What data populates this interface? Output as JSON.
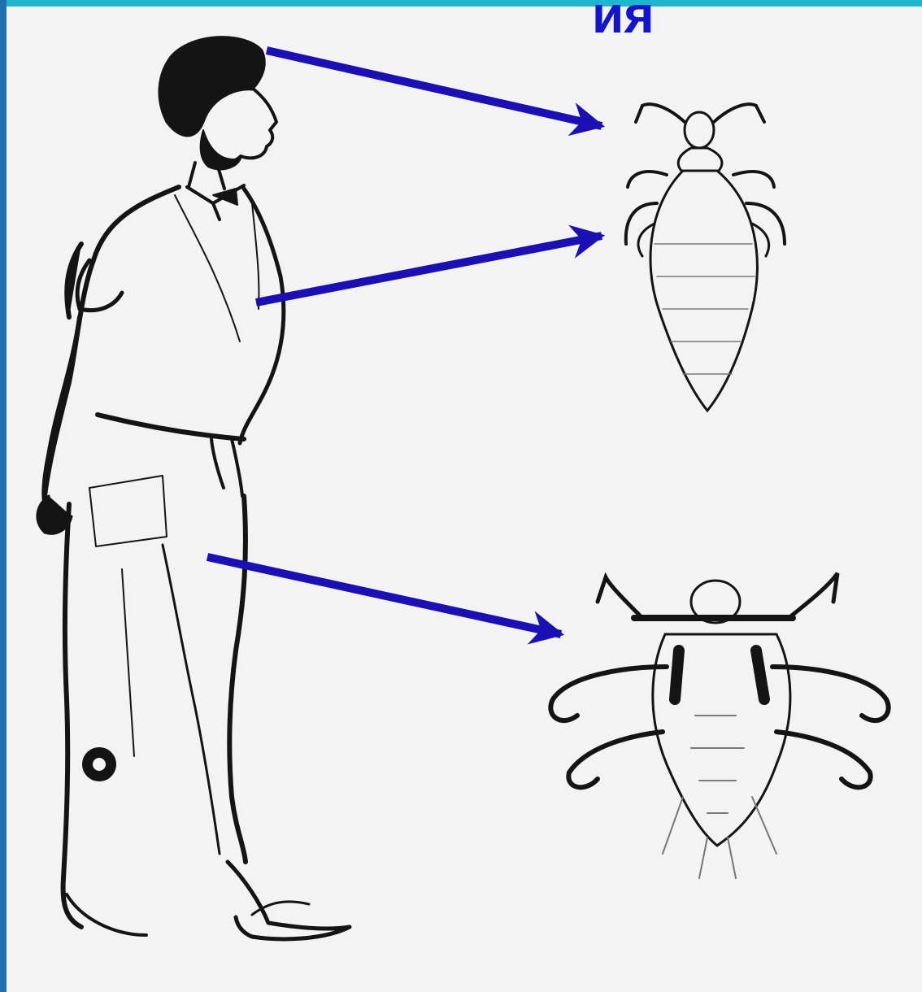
{
  "slide": {
    "title": "ия"
  },
  "colors": {
    "title": "#1414c8",
    "arrow": "#1a10b4",
    "frame_top": "#1fb5cf",
    "frame_left": "#1d6fae",
    "ink": "#141414",
    "paper": "#f3f3f3"
  },
  "illustration": {
    "figure": "standing-man",
    "specimens": [
      "head-louse",
      "body-louse",
      "pubic-louse"
    ]
  }
}
